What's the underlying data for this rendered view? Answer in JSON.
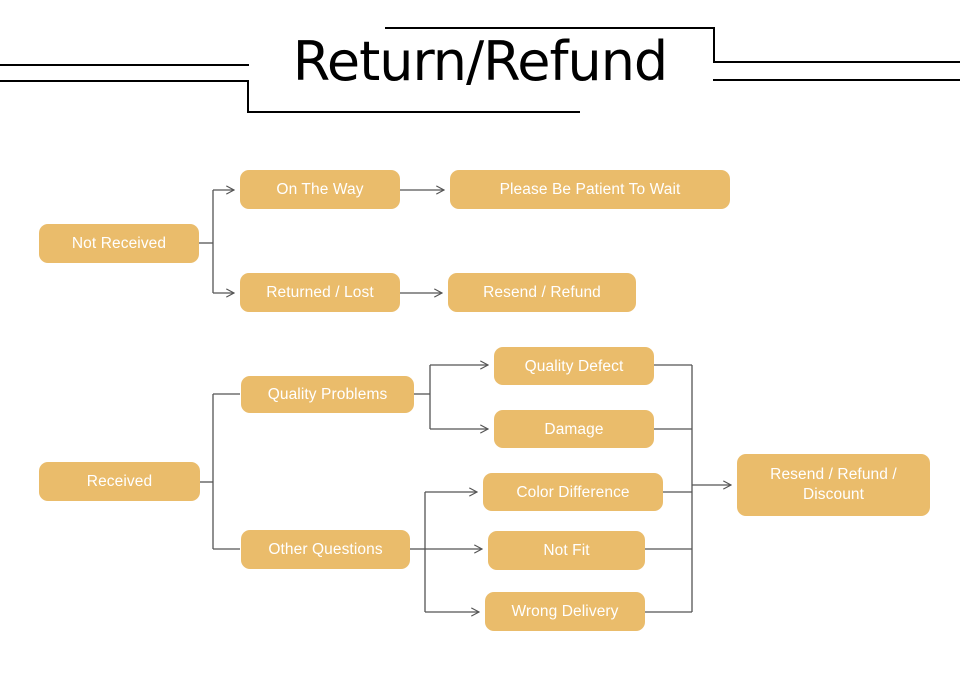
{
  "header": {
    "title": "Return/Refund",
    "decoration": "double-rule-offset-frame"
  },
  "theme": {
    "node_fill": "#eabc6b",
    "node_text": "#ffffff",
    "connector": "#555555",
    "title_color": "#000000",
    "background": "#ffffff"
  },
  "diagram": {
    "type": "flowchart",
    "direction": "left-to-right",
    "branches": [
      {
        "id": "not-received",
        "root": "Not Received",
        "steps": [
          {
            "stage": "On The Way",
            "outcome": "Please Be Patient To Wait"
          },
          {
            "stage": "Returned / Lost",
            "outcome": "Resend / Refund"
          }
        ]
      },
      {
        "id": "received",
        "root": "Received",
        "categories": [
          {
            "name": "Quality Problems",
            "issues": [
              "Quality Defect",
              "Damage"
            ]
          },
          {
            "name": "Other Questions",
            "issues": [
              "Color Difference",
              "Not Fit",
              "Wrong Delivery"
            ]
          }
        ],
        "outcome": "Resend / Refund / Discount"
      }
    ],
    "nodes": {
      "not_received": "Not Received",
      "on_the_way": "On The Way",
      "please_be_patient": "Please Be Patient To Wait",
      "returned_lost": "Returned / Lost",
      "resend_refund": "Resend / Refund",
      "received": "Received",
      "quality_problems": "Quality Problems",
      "other_questions": "Other Questions",
      "quality_defect": "Quality Defect",
      "damage": "Damage",
      "color_difference": "Color Difference",
      "not_fit": "Not Fit",
      "wrong_delivery": "Wrong Delivery",
      "resend_refund_discount_line1": "Resend / Refund /",
      "resend_refund_discount_line2": "Discount"
    }
  }
}
